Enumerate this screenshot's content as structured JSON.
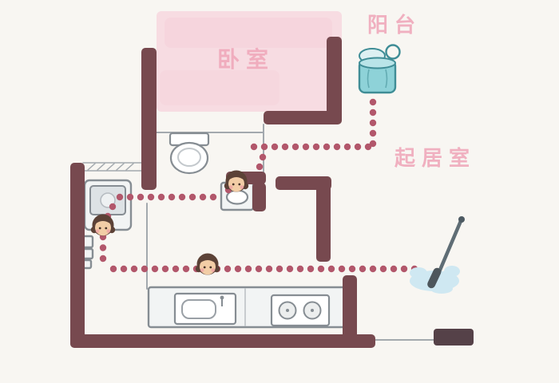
{
  "rooms": {
    "balcony": {
      "label": "阳台"
    },
    "bedroom": {
      "label": "卧室"
    },
    "living_room": {
      "label": "起居室"
    }
  },
  "icons": {
    "basket": "laundry-basket-icon",
    "mop": "mop-icon",
    "person": "person-face-icon",
    "route": "dotted-cleaning-route"
  },
  "colors": {
    "bg": "#f8f6f2",
    "wall": "#77494f",
    "wall_dark": "#554148",
    "bedroom_fill": "#f7dce2",
    "bedroom_deep": "#f3cdd6",
    "label_pink": "#f0a9bb",
    "dot": "#b2576b",
    "teal": "#8ed2d8",
    "teal_light": "#b9e4e8",
    "teal_dark": "#3f8d96",
    "splash": "#cfe8f2",
    "line_gray": "#a3a9ae",
    "furniture_stroke": "#868d93",
    "furniture_fill": "#f2f4f4",
    "hair": "#5c4237",
    "skin": "#f2cda6",
    "cheek": "#ed9fa4",
    "handle": "#5f6d75"
  }
}
